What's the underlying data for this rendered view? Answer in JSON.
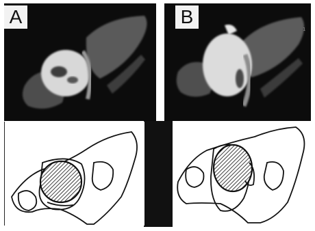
{
  "figure": {
    "panel_a_label": "A",
    "panel_b_label": "B"
  },
  "colors": {
    "background": "#ffffff",
    "scan_background": "#0c0c0c",
    "bone_gray": "#6b6b6b",
    "femoral_head_light": "#d9d9d9",
    "outline": "#111111"
  },
  "icons": [
    "ct-scan-image-a",
    "ct-scan-image-b",
    "hatched-femoral-head-a",
    "hatched-femoral-head-b"
  ]
}
